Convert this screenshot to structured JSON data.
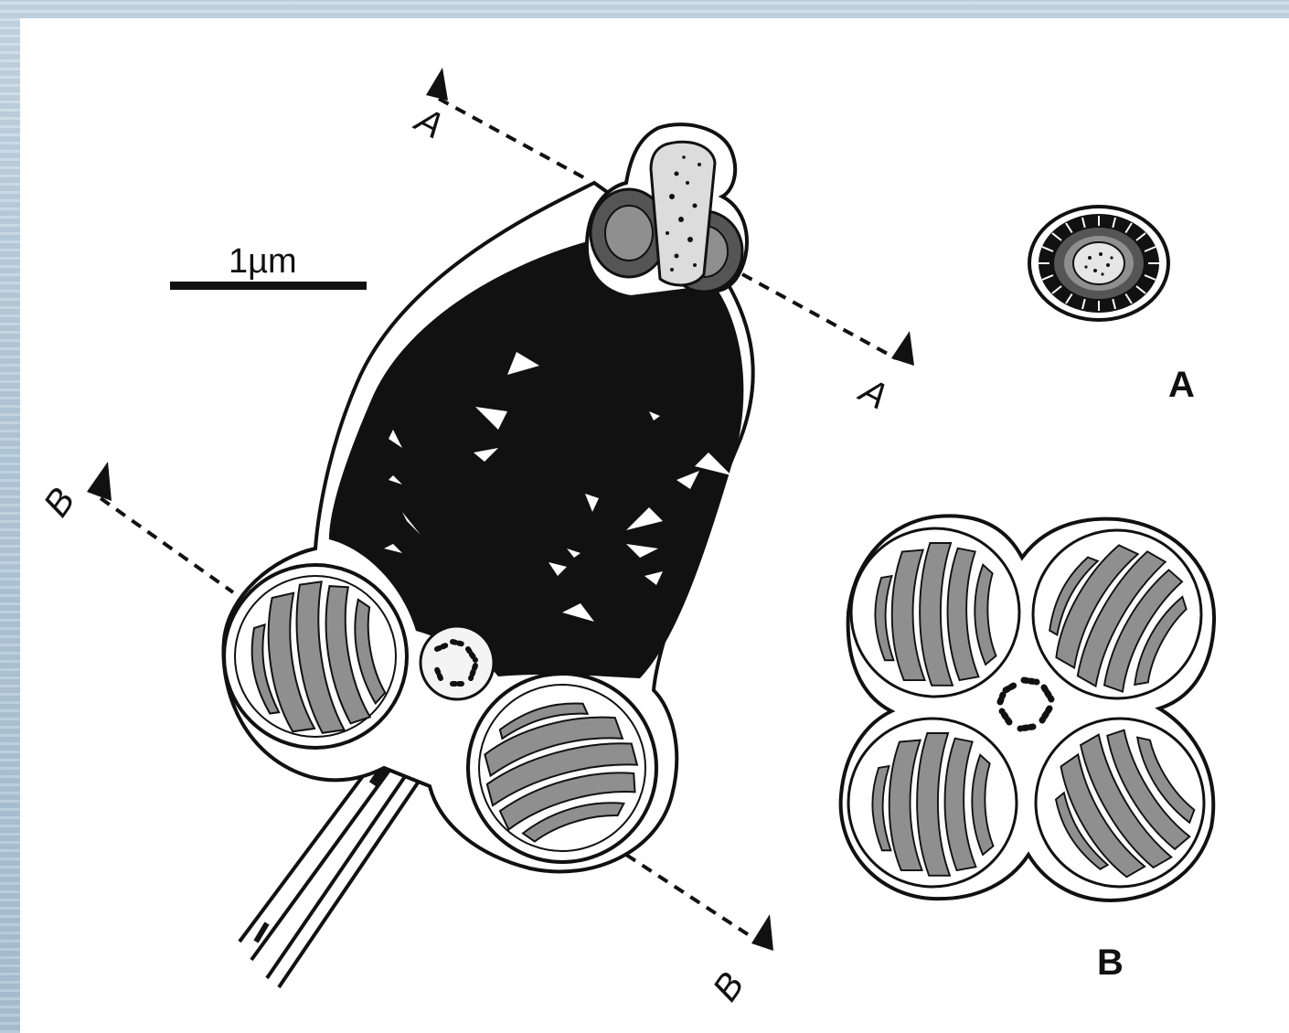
{
  "scale_bar": {
    "label": "1µm"
  },
  "section_markers": {
    "a": "A",
    "b": "B"
  },
  "panel_labels": {
    "a": "A",
    "b": "B"
  },
  "colors": {
    "ink": "#111111",
    "membrane": "#ffffff",
    "mitochondria": "#8f8f8f",
    "centriole": "#555555",
    "background": "#b9cddc"
  }
}
